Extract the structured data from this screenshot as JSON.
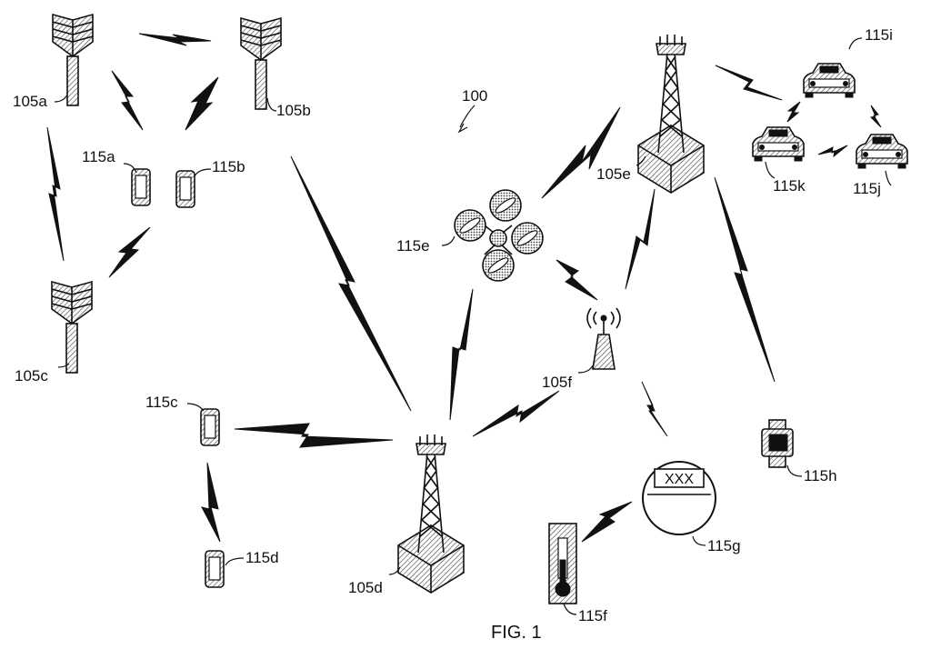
{
  "figure": {
    "caption": "FIG. 1",
    "system_label": "100"
  },
  "labels": {
    "bs_105a": "105a",
    "bs_105b": "105b",
    "bs_105c": "105c",
    "bs_105d": "105d",
    "bs_105e": "105e",
    "bs_105f": "105f",
    "ue_115a": "115a",
    "ue_115b": "115b",
    "ue_115c": "115c",
    "ue_115d": "115d",
    "ue_115e": "115e",
    "ue_115f": "115f",
    "ue_115g": "115g",
    "ue_115h": "115h",
    "ue_115i": "115i",
    "ue_115j": "115j",
    "ue_115k": "115k"
  },
  "meter_display": "XXX"
}
